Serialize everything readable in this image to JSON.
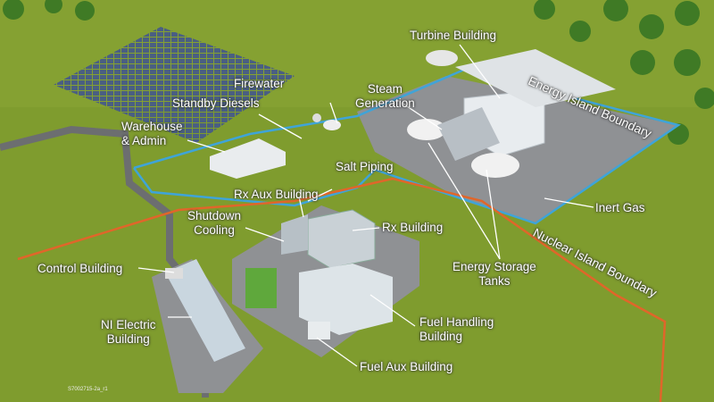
{
  "labels": {
    "turbine_building": "Turbine Building",
    "energy_island_boundary": "Energy Island Boundary",
    "firewater": "Firewater",
    "standby_diesels": "Standby Diesels",
    "steam_generation": "Steam\nGeneration",
    "warehouse_admin": "Warehouse\n& Admin",
    "salt_piping": "Salt Piping",
    "rx_aux_building": "Rx Aux Building",
    "shutdown_cooling": "Shutdown\nCooling",
    "rx_building": "Rx Building",
    "inert_gas": "Inert Gas",
    "nuclear_island_boundary": "Nuclear Island Boundary",
    "energy_storage_tanks": "Energy Storage\nTanks",
    "control_building": "Control Building",
    "ni_electric_building": "NI Electric\nBuilding",
    "fuel_handling_building": "Fuel Handling\nBuilding",
    "fuel_aux_building": "Fuel Aux Building"
  },
  "image_ref": "S7002715-2a_r1",
  "colors": {
    "grass": "#7d9a2c",
    "energy_boundary": "#3fa4d8",
    "nuclear_boundary": "#e0662a",
    "pad": "#8f9194"
  }
}
